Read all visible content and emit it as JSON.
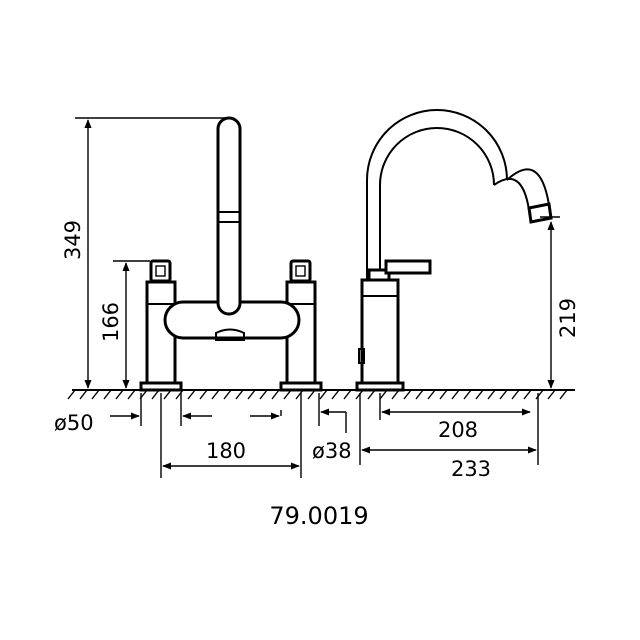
{
  "drawing": {
    "product_code": "79.0019",
    "dimensions": {
      "total_height": "349",
      "handle_height": "166",
      "pillar_diameter": "ø50",
      "centres": "180",
      "mixer_diameter": "ø38",
      "spout_reach": "208",
      "overall_reach": "233",
      "spout_outlet_height": "219"
    }
  }
}
